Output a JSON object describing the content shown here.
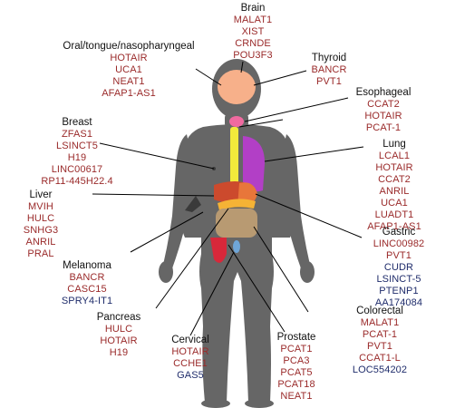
{
  "colors": {
    "up": "#9a2a2a",
    "down": "#1f2c6b",
    "title": "#111111",
    "body": "#666666",
    "brain": "#f7b08a",
    "thyroid": "#f06aa0",
    "esophagus": "#f2ea3b",
    "lung": "#b23fc6",
    "liver": "#cc4a2d",
    "stomach": "#e8763a",
    "pancreas": "#f5b335",
    "colon": "#b89a72",
    "prostate": "#d8283a",
    "cervix": "#6fa6d8",
    "melanoma": "#3a3a3a"
  },
  "groups": [
    {
      "key": "brain",
      "title": "Brain",
      "genes": [
        {
          "name": "MALAT1",
          "dir": "up"
        },
        {
          "name": "XIST",
          "dir": "up"
        },
        {
          "name": "CRNDE",
          "dir": "up"
        },
        {
          "name": "POU3F3",
          "dir": "up"
        }
      ]
    },
    {
      "key": "oral",
      "title": "Oral/tongue/nasopharyngeal",
      "genes": [
        {
          "name": "HOTAIR",
          "dir": "up"
        },
        {
          "name": "UCA1",
          "dir": "up"
        },
        {
          "name": "NEAT1",
          "dir": "up"
        },
        {
          "name": "AFAP1-AS1",
          "dir": "up"
        }
      ]
    },
    {
      "key": "thyroid",
      "title": "Thyroid",
      "genes": [
        {
          "name": "BANCR",
          "dir": "up"
        },
        {
          "name": "PVT1",
          "dir": "up"
        }
      ]
    },
    {
      "key": "esophageal",
      "title": "Esophageal",
      "genes": [
        {
          "name": "CCAT2",
          "dir": "up"
        },
        {
          "name": "HOTAIR",
          "dir": "up"
        },
        {
          "name": "PCAT-1",
          "dir": "up"
        }
      ]
    },
    {
      "key": "breast",
      "title": "Breast",
      "genes": [
        {
          "name": "ZFAS1",
          "dir": "up"
        },
        {
          "name": "LSINCT5",
          "dir": "up"
        },
        {
          "name": "H19",
          "dir": "up"
        },
        {
          "name": "LINC00617",
          "dir": "up"
        },
        {
          "name": "RP11-445H22.4",
          "dir": "up"
        }
      ]
    },
    {
      "key": "lung",
      "title": "Lung",
      "genes": [
        {
          "name": "LCAL1",
          "dir": "up"
        },
        {
          "name": "HOTAIR",
          "dir": "up"
        },
        {
          "name": "CCAT2",
          "dir": "up"
        },
        {
          "name": "ANRIL",
          "dir": "up"
        },
        {
          "name": "UCA1",
          "dir": "up"
        },
        {
          "name": "LUADT1",
          "dir": "up"
        },
        {
          "name": "AFAP1-AS1",
          "dir": "up"
        }
      ]
    },
    {
      "key": "liver",
      "title": "Liver",
      "genes": [
        {
          "name": "MVIH",
          "dir": "up"
        },
        {
          "name": "HULC",
          "dir": "up"
        },
        {
          "name": "SNHG3",
          "dir": "up"
        },
        {
          "name": "ANRIL",
          "dir": "up"
        },
        {
          "name": "PRAL",
          "dir": "up"
        }
      ]
    },
    {
      "key": "gastric",
      "title": "Gastric",
      "genes": [
        {
          "name": "LINC00982",
          "dir": "up"
        },
        {
          "name": "PVT1",
          "dir": "up"
        },
        {
          "name": "CUDR",
          "dir": "down"
        },
        {
          "name": "LSINCT-5",
          "dir": "down"
        },
        {
          "name": "PTENP1",
          "dir": "down"
        },
        {
          "name": "AA174084",
          "dir": "down"
        }
      ]
    },
    {
      "key": "melanoma",
      "title": "Melanoma",
      "genes": [
        {
          "name": "BANCR",
          "dir": "up"
        },
        {
          "name": "CASC15",
          "dir": "up"
        },
        {
          "name": "SPRY4-IT1",
          "dir": "down"
        }
      ]
    },
    {
      "key": "pancreas",
      "title": "Pancreas",
      "genes": [
        {
          "name": "HULC",
          "dir": "up"
        },
        {
          "name": "HOTAIR",
          "dir": "up"
        },
        {
          "name": "H19",
          "dir": "up"
        }
      ]
    },
    {
      "key": "colorectal",
      "title": "Colorectal",
      "genes": [
        {
          "name": "MALAT1",
          "dir": "up"
        },
        {
          "name": "PCAT-1",
          "dir": "up"
        },
        {
          "name": "PVT1",
          "dir": "up"
        },
        {
          "name": "CCAT1-L",
          "dir": "up"
        },
        {
          "name": "LOC554202",
          "dir": "down"
        }
      ]
    },
    {
      "key": "cervical",
      "title": "Cervical",
      "genes": [
        {
          "name": "HOTAIR",
          "dir": "up"
        },
        {
          "name": "CCHE1",
          "dir": "up"
        },
        {
          "name": "GAS5",
          "dir": "down"
        }
      ]
    },
    {
      "key": "prostate",
      "title": "Prostate",
      "genes": [
        {
          "name": "PCAT1",
          "dir": "up"
        },
        {
          "name": "PCA3",
          "dir": "up"
        },
        {
          "name": "PCAT5",
          "dir": "up"
        },
        {
          "name": "PCAT18",
          "dir": "up"
        },
        {
          "name": "NEAT1",
          "dir": "up"
        }
      ]
    }
  ]
}
